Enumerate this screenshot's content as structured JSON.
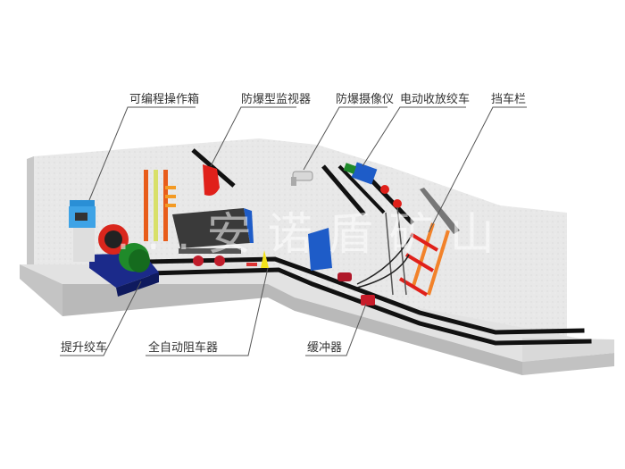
{
  "diagram": {
    "type": "labeled equipment layout",
    "subject": "inclined mine shaft transport safety system",
    "watermark": "...安诺盾矿山",
    "colors": {
      "wall": "#e6e6e6",
      "floor": "#dcdcdc",
      "floor_edge": "#b8b8b8",
      "rail": "#111111",
      "label_text": "#333333",
      "leader_line": "#444444"
    },
    "labels_top": [
      {
        "id": "programmable-control-box",
        "text": "可编程操作箱"
      },
      {
        "id": "explosion-proof-monitor",
        "text": "防爆型监视器"
      },
      {
        "id": "explosion-proof-camera",
        "text": "防爆摄像仪"
      },
      {
        "id": "electric-winch",
        "text": "电动收放绞车"
      },
      {
        "id": "car-stop-barrier",
        "text": "挡车栏"
      }
    ],
    "labels_bottom": [
      {
        "id": "hoisting-winch",
        "text": "提升绞车"
      },
      {
        "id": "automatic-car-stopper",
        "text": "全自动阻车器"
      },
      {
        "id": "buffer",
        "text": "缓冲器"
      }
    ]
  }
}
